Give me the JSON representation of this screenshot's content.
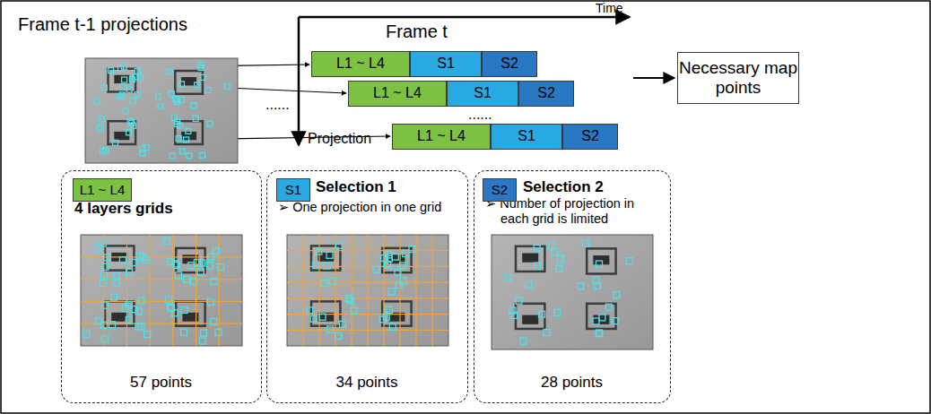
{
  "diagram": {
    "nodes": [
      {
        "text": [
          "L1 ~ L4"
        ]
      },
      {
        "text": [
          "S1"
        ]
      },
      {
        "text": [
          "S2"
        ]
      },
      {
        "text": [
          "Necessary map points"
        ]
      },
      {
        "text": [
          "L1 ~ L4"
        ]
      },
      {
        "text": [
          "S1"
        ]
      },
      {
        "text": [
          "S2"
        ]
      },
      {
        "text": [
          "L1 ~ L4"
        ]
      },
      {
        "text": [
          "S1"
        ]
      },
      {
        "text": [
          "S2"
        ]
      },
      {
        "text": [
          "4 layers grids",
          "57 points"
        ]
      },
      {
        "text": [
          "L1 ~ L4"
        ],
        "in": 10
      },
      {
        "text": [
          "Selection 1",
          "➢ One projection in one grid",
          "34 points"
        ]
      },
      {
        "text": [
          "S1"
        ],
        "in": 12
      },
      {
        "text": [
          "Selection 2",
          "➢ Number of projection in each grid is limited",
          "28 points"
        ]
      },
      {
        "text": [
          "S2"
        ],
        "in": 14
      }
    ],
    "labels": [
      "Frame t-1 projections",
      "Frame t",
      "Time",
      "Projection",
      "......",
      "......"
    ]
  }
}
